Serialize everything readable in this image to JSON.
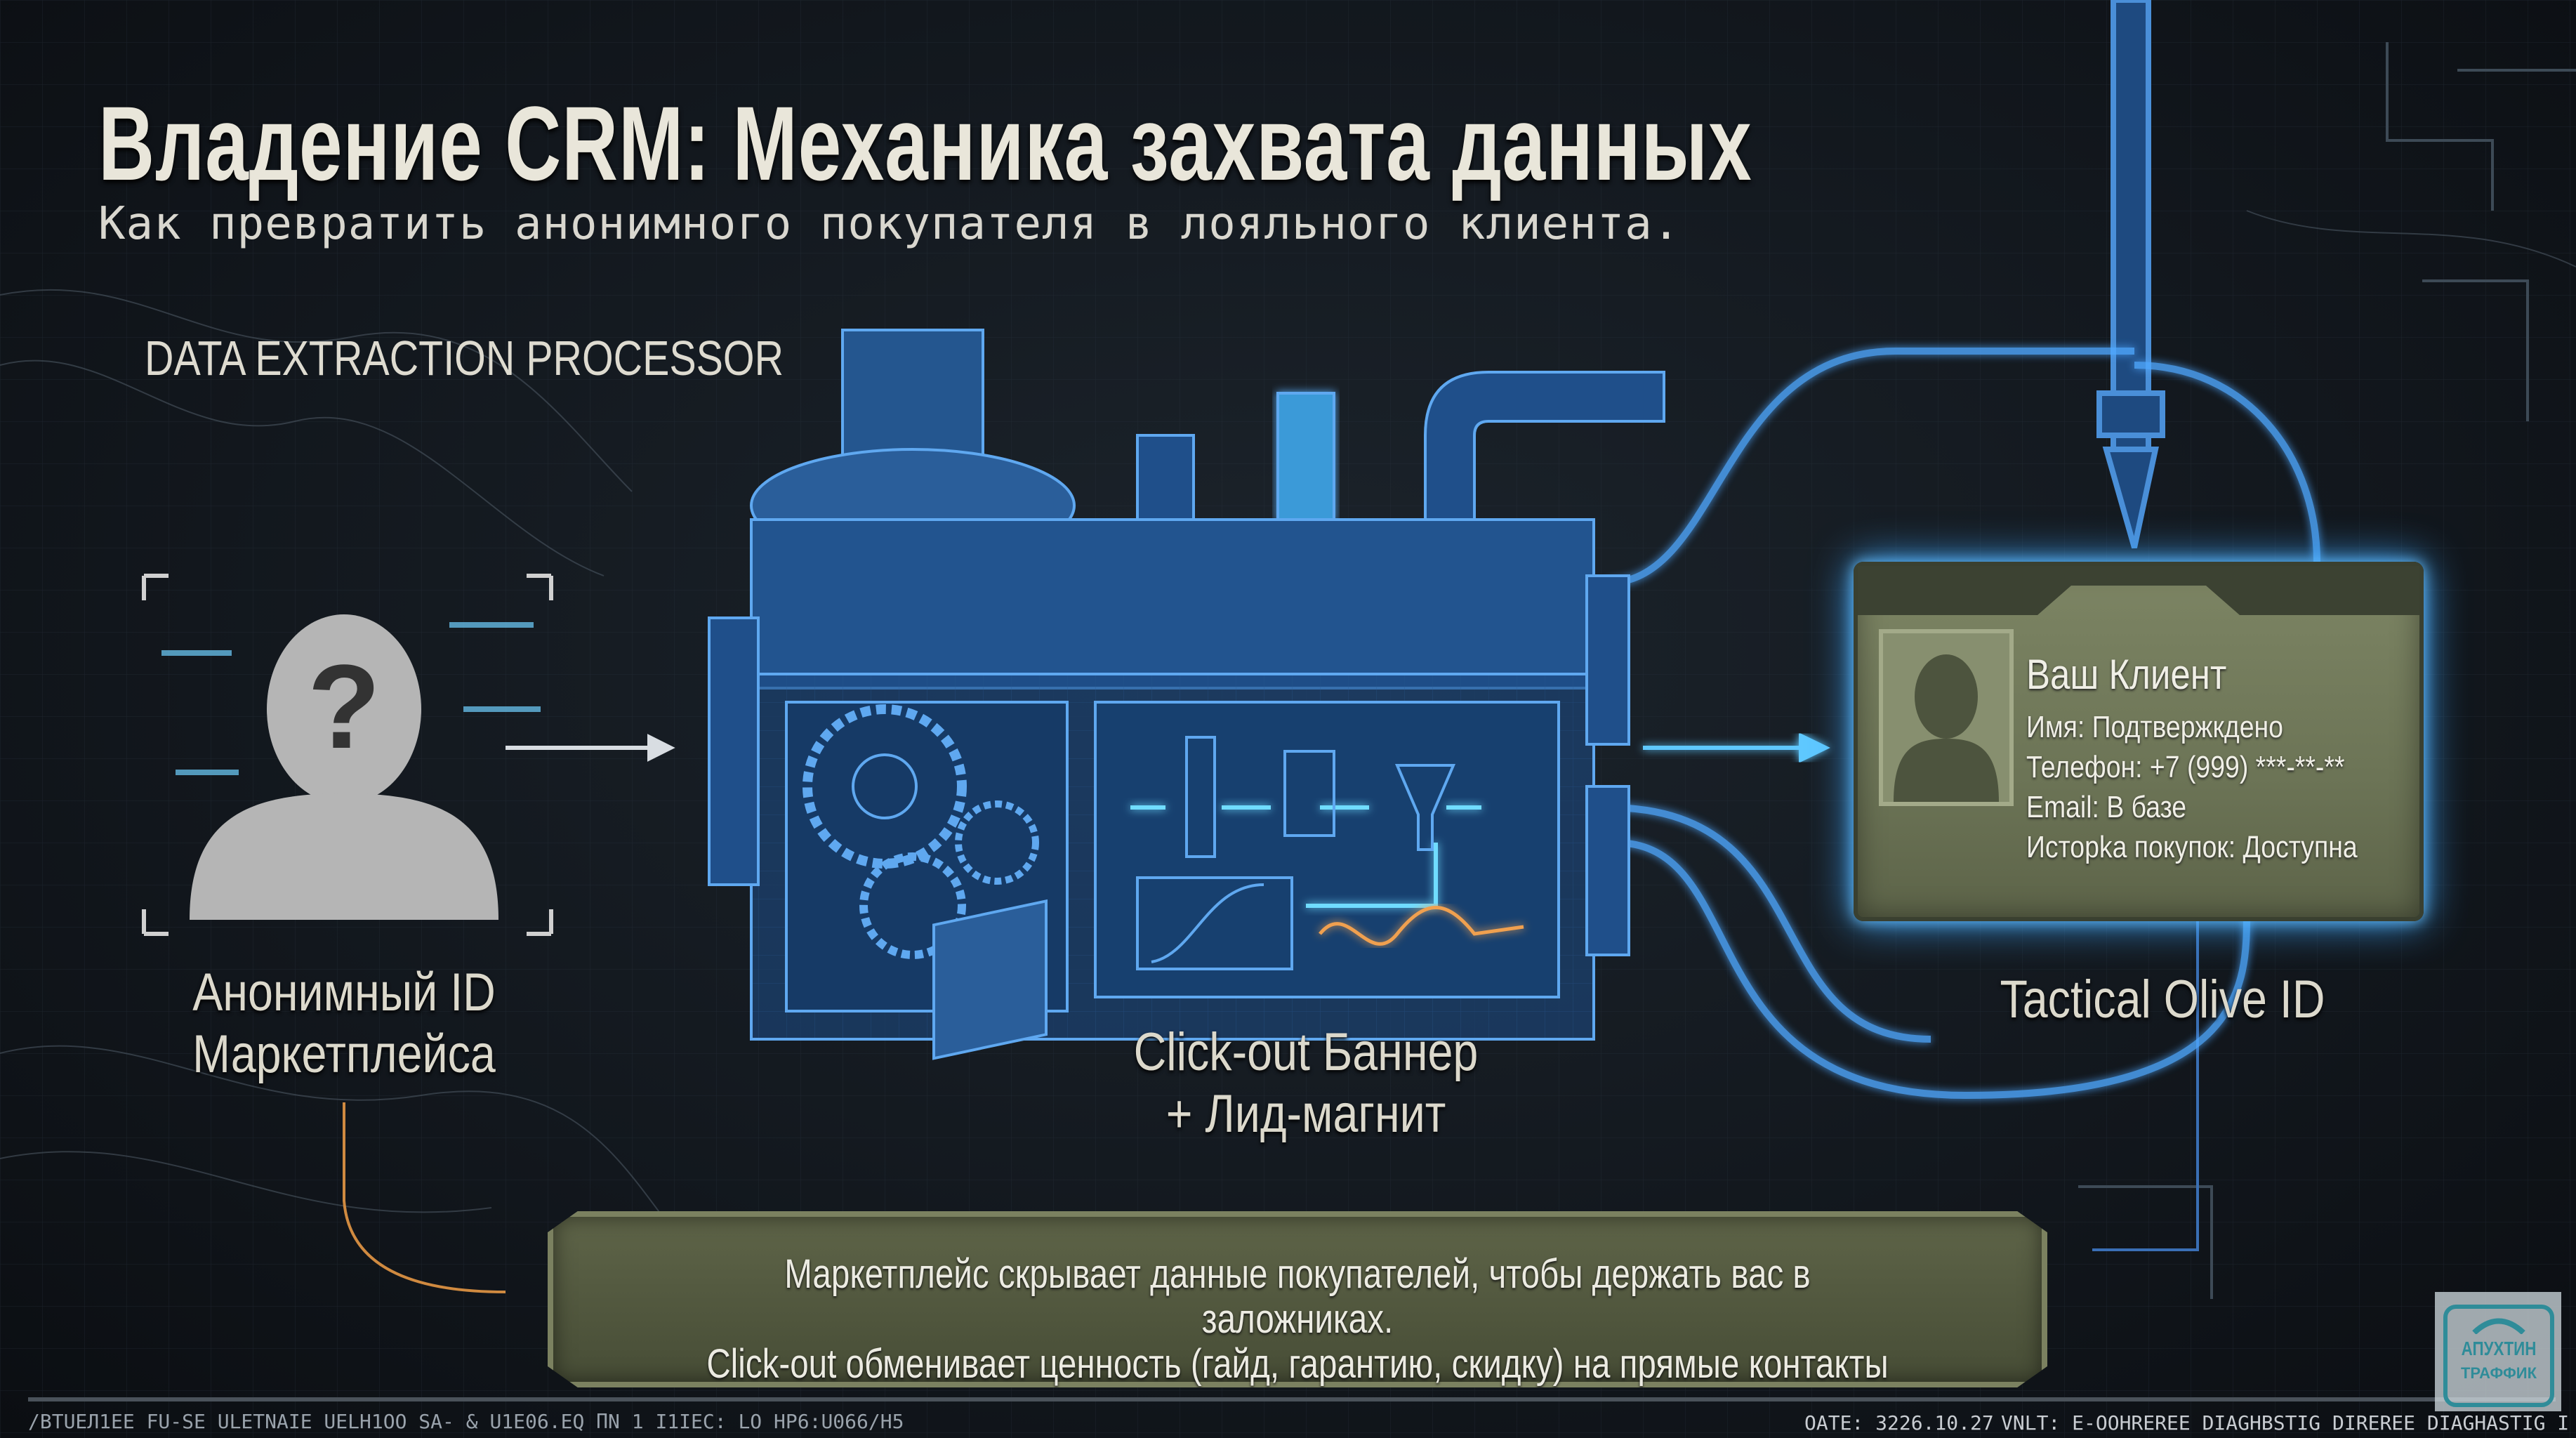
{
  "title": "Владение CRM: Механика захвата данных",
  "subtitle": "Как превратить анонимного покупателя в лояльного клиента.",
  "processor_label": "DATA EXTRACTION PROCESSOR",
  "anonymous": {
    "line1": "Анонимный ID",
    "line2": "Маркетплейса",
    "icon": "question-person-icon"
  },
  "machine": {
    "line1": "Click-out Баннер",
    "line2": "+ Лид-магнит"
  },
  "card": {
    "name": "Ваш Клиент",
    "rows": [
      "Имя: Подтвержкдено",
      "Телефон: +7 (999) ***-**-**",
      "Email: В базе",
      "Исторka покупок: Доступна"
    ],
    "caption": "Tactical Olive ID"
  },
  "banner": {
    "line1": "Маркетплейс скрывает данные покупателей, чтобы держать вас в заложниках.",
    "line2": "Click-out обменивает ценность (гайд, гарантию, скидку) на прямые контакты для вашей CRM."
  },
  "footer": {
    "left": "/BTUEЛ1EE FU-SE ULETNAIE UELH1OO SA- & U1E06.EQ ΠN 1 I1IEC: LO HP6:U066/H5",
    "date": "OATE: 3226.10.27",
    "status": "VNLT: E-OOHREREE DIAGHBSTIG DIREREE DIAGHASTIG I"
  },
  "logo": {
    "line1": "АПУХТИН",
    "line2": "ТРАФФИК"
  },
  "colors": {
    "blueprint": "#3a7fd0",
    "glow": "#5fd0ff",
    "olive": "#6c7456",
    "accent_orange": "#f0a050"
  }
}
